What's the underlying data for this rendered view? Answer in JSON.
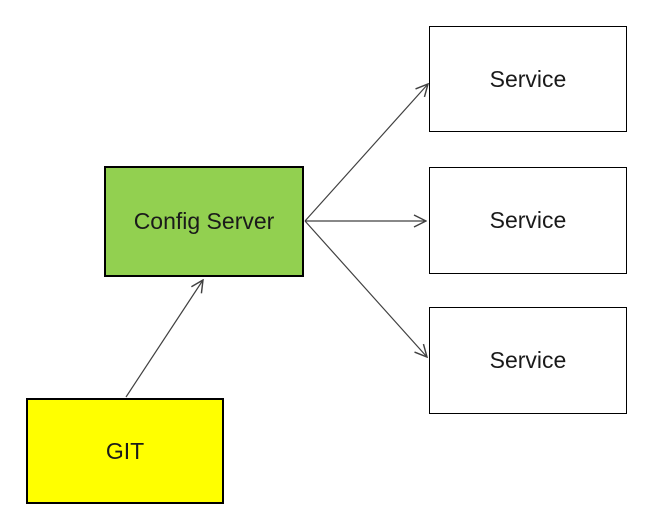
{
  "diagram": {
    "background": "#ffffff",
    "line_color": "#404040",
    "nodes": [
      {
        "id": "config-server",
        "label": "Config Server",
        "fill": "#92d050",
        "border_color": "#000000"
      },
      {
        "id": "git",
        "label": "GIT",
        "fill": "#ffff00",
        "border_color": "#000000"
      },
      {
        "id": "service-1",
        "label": "Service",
        "fill": "#ffffff",
        "border_color": "#000000"
      },
      {
        "id": "service-2",
        "label": "Service",
        "fill": "#ffffff",
        "border_color": "#000000"
      },
      {
        "id": "service-3",
        "label": "Service",
        "fill": "#ffffff",
        "border_color": "#000000"
      }
    ],
    "edges": [
      {
        "from": "config-server",
        "to": "service-1",
        "arrow_style": "open-v"
      },
      {
        "from": "config-server",
        "to": "service-2",
        "arrow_style": "open-v"
      },
      {
        "from": "config-server",
        "to": "service-3",
        "arrow_style": "open-v"
      },
      {
        "from": "git",
        "to": "config-server",
        "arrow_style": "open-v"
      }
    ]
  }
}
